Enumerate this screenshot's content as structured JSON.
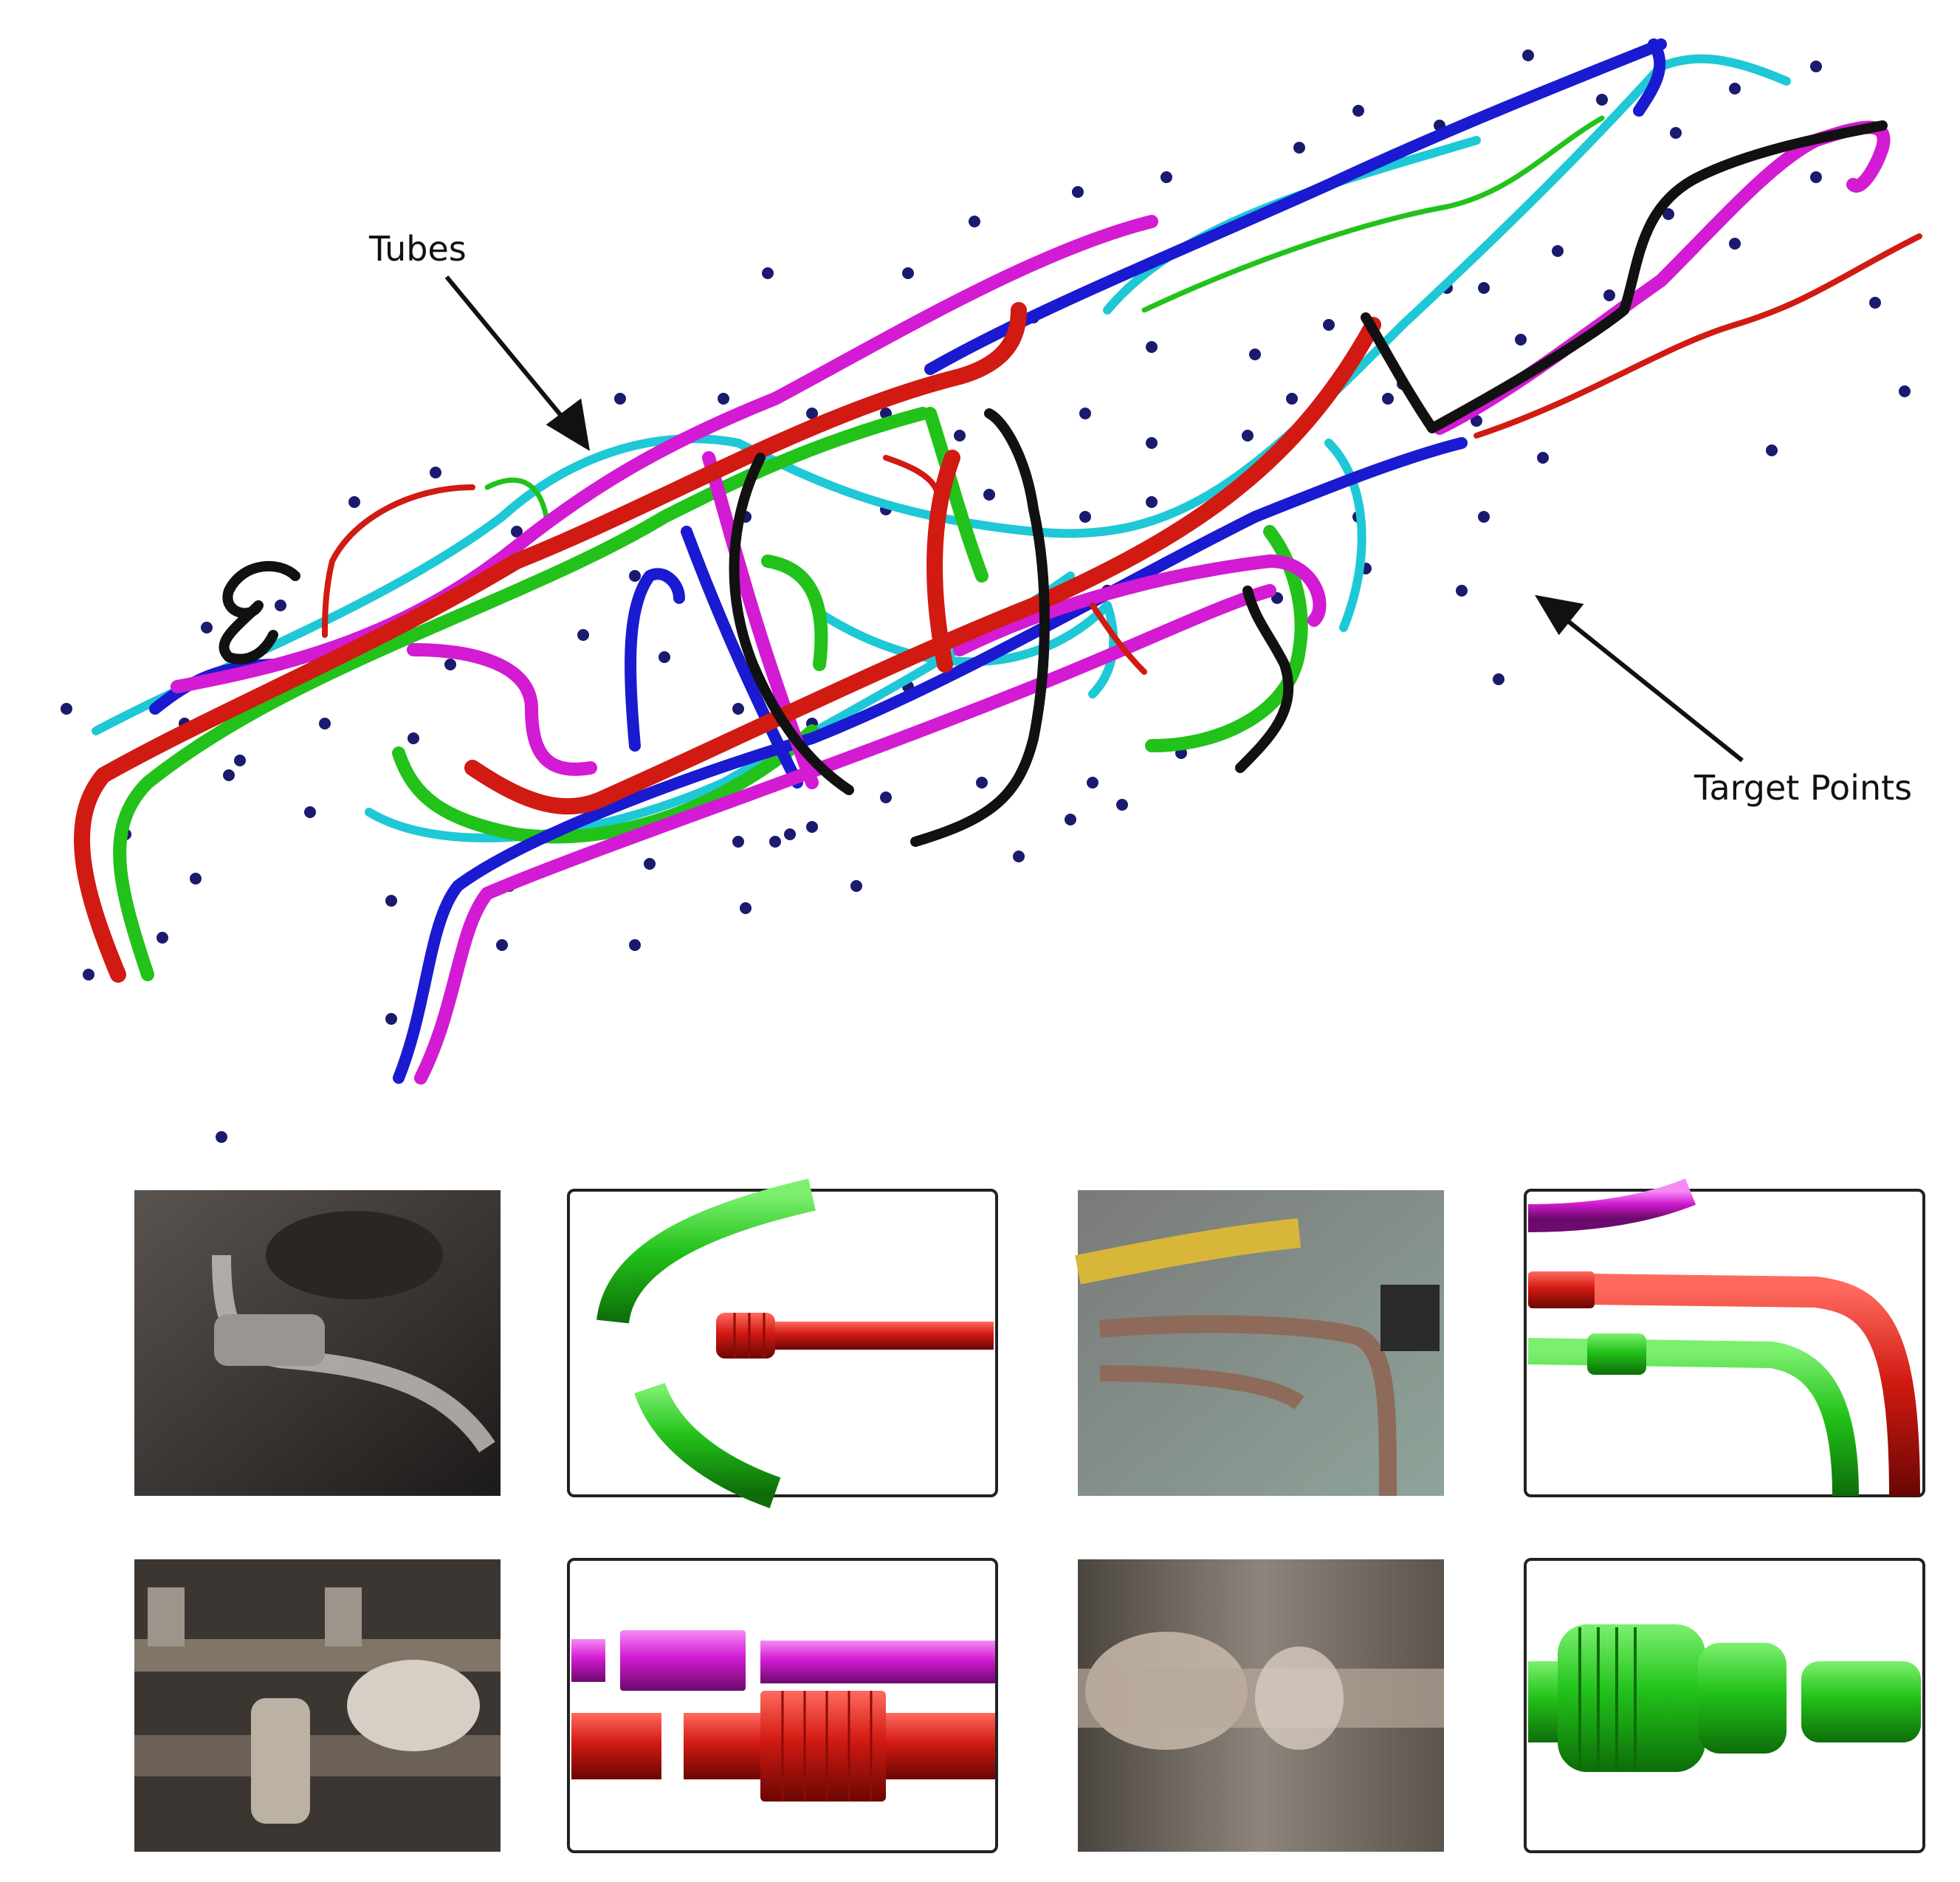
{
  "annotations": {
    "tubes_label": "Tubes",
    "target_points_label": "Target Points"
  },
  "colors": {
    "red": "#d11a12",
    "green": "#22c21a",
    "blue": "#1a1ad0",
    "magenta": "#d21bd2",
    "cyan": "#1ec8d6",
    "black": "#111111",
    "point": "#1a1a6e"
  },
  "panels": [
    {
      "name": "photo-1",
      "kind": "photo",
      "content": "dark grey engine tube joint"
    },
    {
      "name": "render-1",
      "kind": "render",
      "content": "green and red tube ends"
    },
    {
      "name": "photo-2",
      "kind": "photo",
      "content": "engine bay with yellow hose and brown pipes"
    },
    {
      "name": "render-2",
      "kind": "render",
      "content": "red and green bent tubes with fittings"
    },
    {
      "name": "photo-3",
      "kind": "photo",
      "content": "pipes with white clamps"
    },
    {
      "name": "render-3",
      "kind": "render",
      "content": "magenta and red tube segments"
    },
    {
      "name": "photo-4",
      "kind": "photo",
      "content": "blurred white pipe joint"
    },
    {
      "name": "render-4",
      "kind": "render",
      "content": "green tube connector"
    }
  ]
}
